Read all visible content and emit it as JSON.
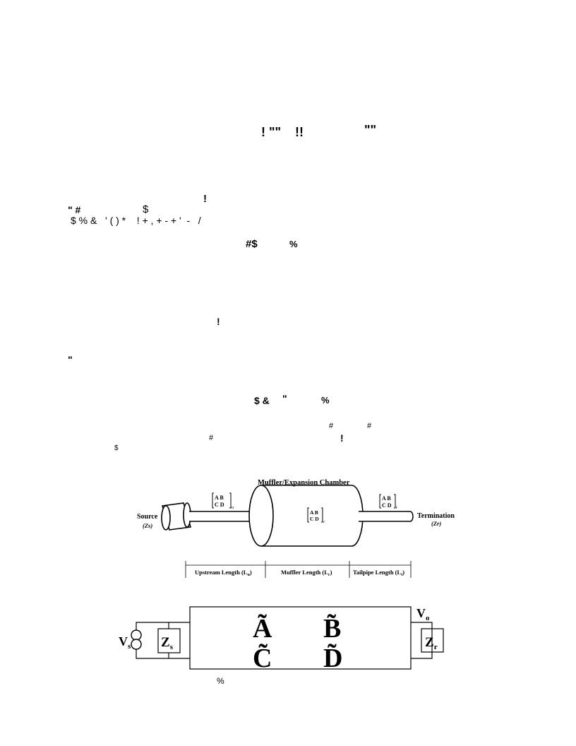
{
  "garbled_text": {
    "title_marks": [
      "! \"\"",
      "!!",
      "\"\""
    ],
    "marker_a": "!",
    "line_quote_hash": "\" #",
    "marker_dollar": "$",
    "line_symbols": "$ % &   ' ( ) *    ! + , + - + '  -   /",
    "line_hash_dollar": "#$",
    "mark_percent_a": "%",
    "marker_b": "!",
    "mark_quote": "\"",
    "line_dollar_amp": "$ &",
    "mark_quote_b": "\"",
    "mark_percent_b": "%",
    "mark_hash_a": "#",
    "mark_hash_b": "#",
    "mark_hash_c": "#",
    "marker_c": "!",
    "mark_dollar_small": "$",
    "mark_percent_c": "%"
  },
  "muffler_figure": {
    "chamber_title": "Muffler/Expansion Chamber",
    "source_label": "Source",
    "source_impedance": "(Zs)",
    "termination_label": "Termination",
    "termination_impedance": "(Zr)",
    "upstream_matrix": {
      "top": "A B",
      "bottom": "C D",
      "sub": "u"
    },
    "chamber_matrix": {
      "top": "A B",
      "bottom": "C D",
      "sub": "c"
    },
    "tailpipe_matrix": {
      "top": "A B",
      "bottom": "C D",
      "sub": "t"
    },
    "dimensions": [
      {
        "label": "Upstream Length (L",
        "sub": "u",
        "close": ")"
      },
      {
        "label": "Muffler Length (L",
        "sub": "c",
        "close": ")"
      },
      {
        "label": "Tailpipe Length (L",
        "sub": "t",
        "close": ")"
      }
    ]
  },
  "circuit_figure": {
    "source_voltage": "V",
    "source_voltage_sub": "s",
    "source_impedance": "Z",
    "source_impedance_sub": "s",
    "output_voltage": "V",
    "output_voltage_sub": "o",
    "load_impedance": "Z",
    "load_impedance_sub": "r",
    "matrix": [
      "Ã",
      "B̃",
      "C̃",
      "D̃"
    ]
  }
}
